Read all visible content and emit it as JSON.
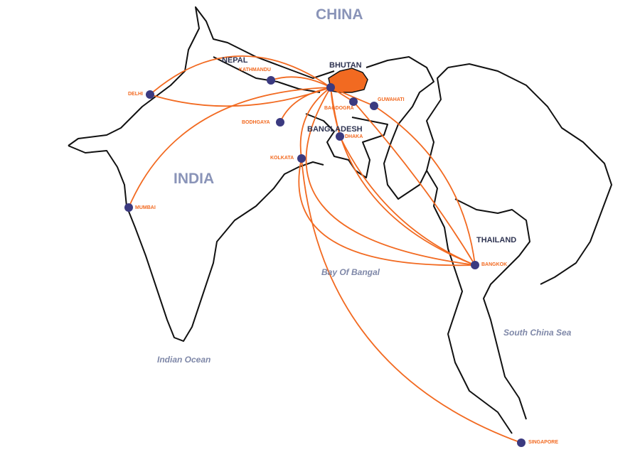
{
  "colors": {
    "route": "#f26a21",
    "city_dot": "#3b3a80",
    "bhutan": "#f26a21",
    "border": "#111111"
  },
  "regions": {
    "china": "CHINA",
    "india": "INDIA",
    "nepal": "NEPAL",
    "bhutan": "BHUTAN",
    "bangladesh": "BANGLADESH",
    "thailand": "THAILAND"
  },
  "seas": {
    "bay": "Bay Of Bangal",
    "indian_ocean": "Indian Ocean",
    "south_china_sea": "South China Sea"
  },
  "cities": {
    "delhi": "DELHI",
    "kathmandu": "KATHMANDU",
    "bodhgaya": "BODHGAYA",
    "kolkata": "KOLKATA",
    "mumbai": "MUMBAI",
    "bagdogra": "BAGDOGRA",
    "guwahati": "GUWAHATI",
    "dhaka": "DHAKA",
    "bangkok": "BANGKOK",
    "singapore": "SINGAPORE"
  }
}
